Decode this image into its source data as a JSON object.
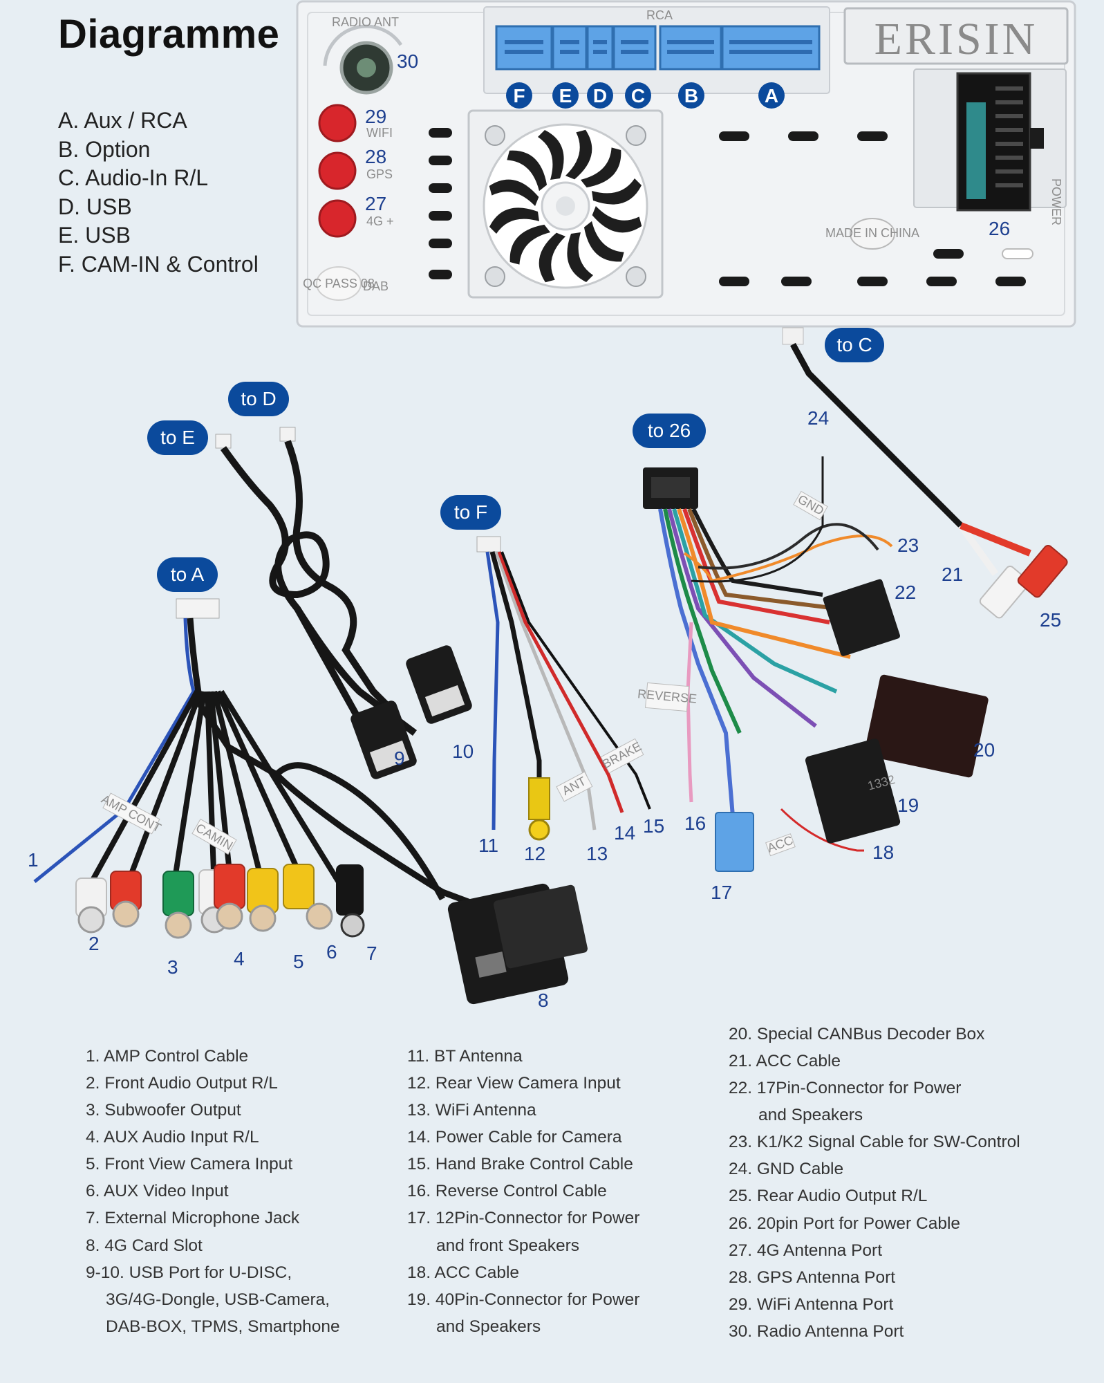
{
  "title": "Diagramme",
  "connectors": [
    "A. Aux / RCA",
    "B. Option",
    "C. Audio-In R/L",
    "D. USB",
    "E. USB",
    "F. CAM-IN & Control"
  ],
  "unit": {
    "brand": "ERISIN",
    "radio_ant_label": "RADIO ANT",
    "rca_label": "RCA",
    "power_label": "POWER",
    "made_in_label": "MADE IN CHINA",
    "qc_label": "QC PASS 08",
    "dab_label": "DAB",
    "wifi_label": "WIFI",
    "gps_label": "GPS",
    "fourg_label": "4G +",
    "port_letters": [
      "F",
      "E",
      "D",
      "C",
      "B",
      "A"
    ]
  },
  "bubbles": {
    "to_c": "to C",
    "to_d": "to D",
    "to_e": "to E",
    "to_26": "to 26",
    "to_f": "to F",
    "to_a": "to A"
  },
  "tags": {
    "gnd": "GND",
    "reverse": "REVERSE",
    "acc": "ACC",
    "brake": "BRAKE",
    "ant": "ANT",
    "amp_cont": "AMP CONT",
    "camin": "CAMIN",
    "code_1332": "1332"
  },
  "numbers": [
    "1",
    "2",
    "3",
    "4",
    "5",
    "6",
    "7",
    "8",
    "9",
    "10",
    "11",
    "12",
    "13",
    "14",
    "15",
    "16",
    "17",
    "18",
    "19",
    "20",
    "21",
    "22",
    "23",
    "24",
    "25",
    "26",
    "27",
    "28",
    "29",
    "30"
  ],
  "legend": {
    "col1": [
      "1. AMP Control Cable",
      "2. Front Audio Output R/L",
      "3. Subwoofer Output",
      "4. AUX Audio Input R/L",
      "5. Front View Camera Input",
      "6. AUX Video Input",
      "7. External Microphone Jack",
      "8. 4G Card Slot",
      "9-10. USB Port for U-DISC,",
      "3G/4G-Dongle, USB-Camera,",
      "DAB-BOX, TPMS, Smartphone"
    ],
    "col2": [
      "11. BT Antenna",
      "12. Rear View Camera Input",
      "13. WiFi Antenna",
      "14. Power Cable for Camera",
      "15. Hand Brake Control Cable",
      "16. Reverse Control Cable",
      "17. 12Pin-Connector for Power",
      "and front Speakers",
      "18. ACC Cable",
      "19. 40Pin-Connector for Power",
      "and Speakers"
    ],
    "col3": [
      "20. Special CANBus Decoder Box",
      "21. ACC Cable",
      "22. 17Pin-Connector for Power",
      "and Speakers",
      "23. K1/K2 Signal Cable for SW-Control",
      "24. GND Cable",
      "25. Rear Audio Output R/L",
      "26. 20pin Port for Power Cable",
      "27. 4G Antenna Port",
      "28. GPS Antenna Port",
      "29. WiFi Antenna Port",
      "30. Radio Antenna Port"
    ]
  },
  "colors": {
    "bubble": "#0b4a9c",
    "number": "#1d3f8f",
    "port_blue": "#5ea3e6",
    "antenna_red": "#d8262c",
    "background": "#e7eef3"
  }
}
